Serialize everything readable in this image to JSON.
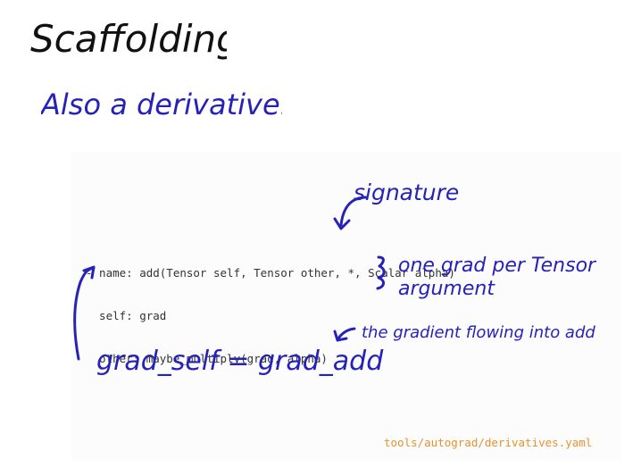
{
  "slide": {
    "title": "Scaffolding",
    "subtitle": "Also a derivative:"
  },
  "code": {
    "lines": [
      "- name: add(Tensor self, Tensor other, *, Scalar alpha)",
      "  self: grad",
      "  other: maybe_multiply(grad, alpha)"
    ]
  },
  "annotations": {
    "signature": "signature",
    "grad_per_tensor_line1": "one grad per Tensor",
    "grad_per_tensor_line2": "argument",
    "gradient_flowing": "the gradient flowing into add",
    "grad_self_equation": "grad_self = grad_add"
  },
  "footer": {
    "file_path": "tools/autograd/derivatives.yaml"
  },
  "colors": {
    "annotation_blue": "#2622b8",
    "code_text": "#333333",
    "path_orange": "#e8922e",
    "title_black": "#111111"
  }
}
